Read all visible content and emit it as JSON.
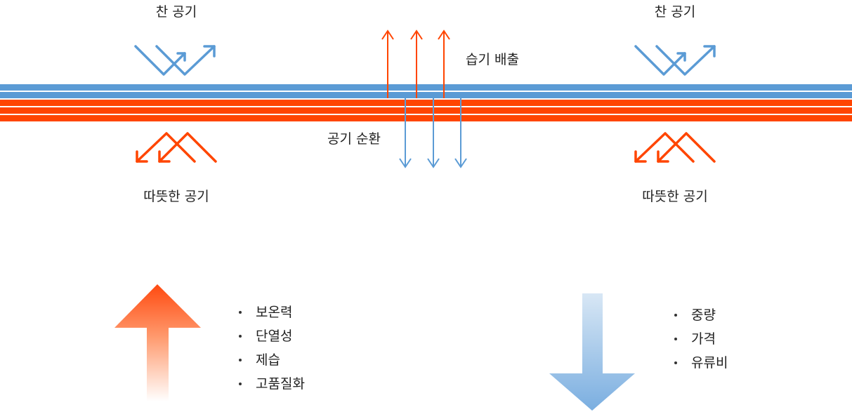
{
  "labels": {
    "cold_air_left": "찬 공기",
    "cold_air_right": "찬 공기",
    "warm_air_left": "따뜻한 공기",
    "warm_air_right": "따뜻한 공기",
    "moisture_out": "습기 배출",
    "air_circulation": "공기 순환"
  },
  "pros": [
    "보온력",
    "단열성",
    "제습",
    "고품질화"
  ],
  "cons": [
    "중량",
    "가격",
    "유류비"
  ],
  "colors": {
    "blue": "#5b9bd5",
    "orange": "#ff4500"
  },
  "icons": {
    "cold_air": "zigzag-arrow-icon",
    "warm_air": "zigzag-arrow-icon",
    "up": "big-up-arrow-icon",
    "down": "big-down-arrow-icon"
  }
}
